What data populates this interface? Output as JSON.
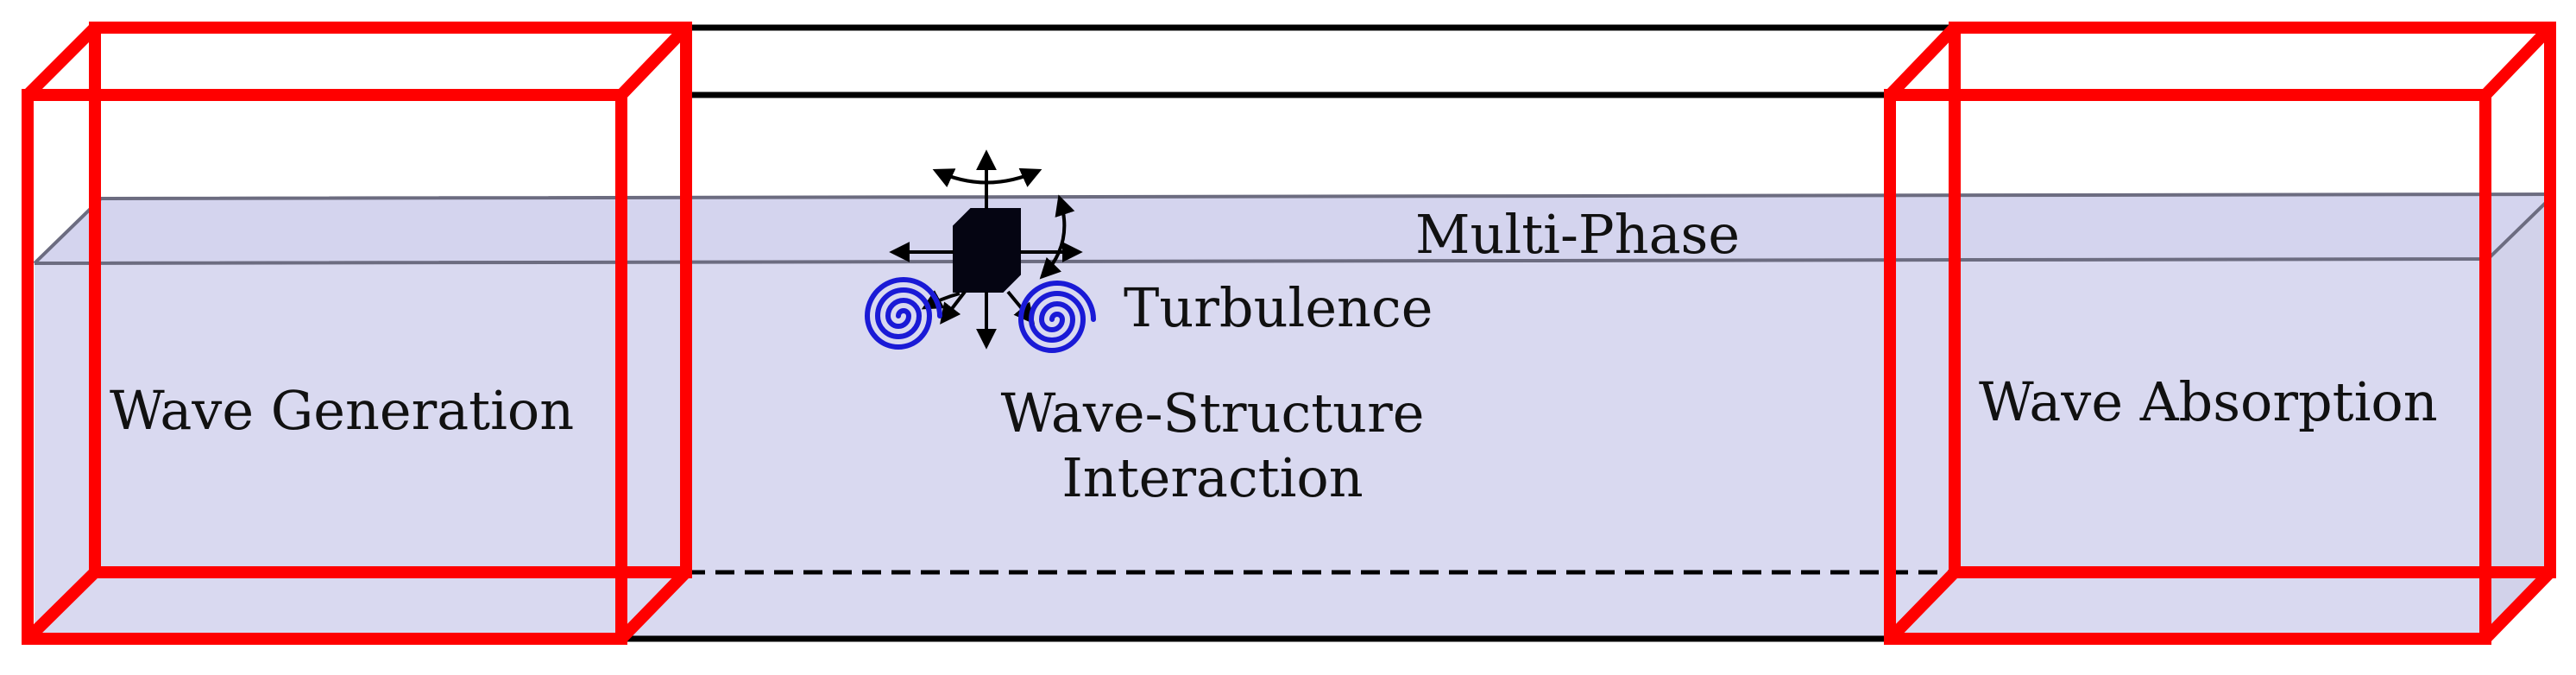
{
  "labels": {
    "wave_generation": "Wave Generation",
    "multi_phase": "Multi-Phase",
    "turbulence": "Turbulence",
    "wsi_line1": "Wave-Structure",
    "wsi_line2": "Interaction",
    "wave_absorption": "Wave Absorption"
  },
  "colors": {
    "water": "#d9d9f0",
    "surface": "#6c6c80",
    "tank": "#000000",
    "zone": "#ff0000",
    "vortex": "#1a1ad6",
    "structure": "#050512"
  },
  "icons": {
    "structure": "cube-icon",
    "motion": "arrow-icon",
    "vortex": "spiral-icon"
  }
}
